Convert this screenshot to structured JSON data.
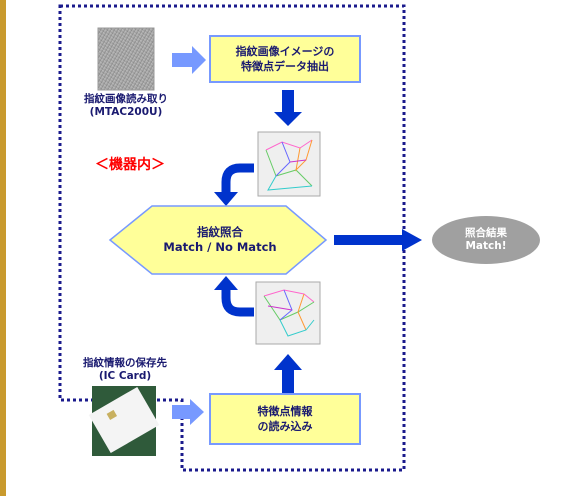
{
  "fingerprint_capture": {
    "label_line1": "指紋画像読み取り",
    "label_line2": "(MTAC200U)"
  },
  "extract_box": {
    "line1": "指紋画像イメージの",
    "line2": "特徴点データ抽出"
  },
  "device_label": "＜機器内＞",
  "match_hexagon": {
    "line1": "指紋照合",
    "line2": "Match / No Match"
  },
  "result_ellipse": {
    "line1": "照合結果",
    "line2": "Match!"
  },
  "storage": {
    "label_line1": "指紋情報の保存先",
    "label_line2": "(IC Card)"
  },
  "read_box": {
    "line1": "特徴点情報",
    "line2": "の読み込み"
  },
  "colors": {
    "dotted_border": "#1a1a8c",
    "yellow_box": "#ffff99",
    "arrow_blue": "#0033cc",
    "arrow_lightblue": "#6699ff",
    "ellipse_gray": "#a0a0a0",
    "device_red": "#ff0000"
  }
}
